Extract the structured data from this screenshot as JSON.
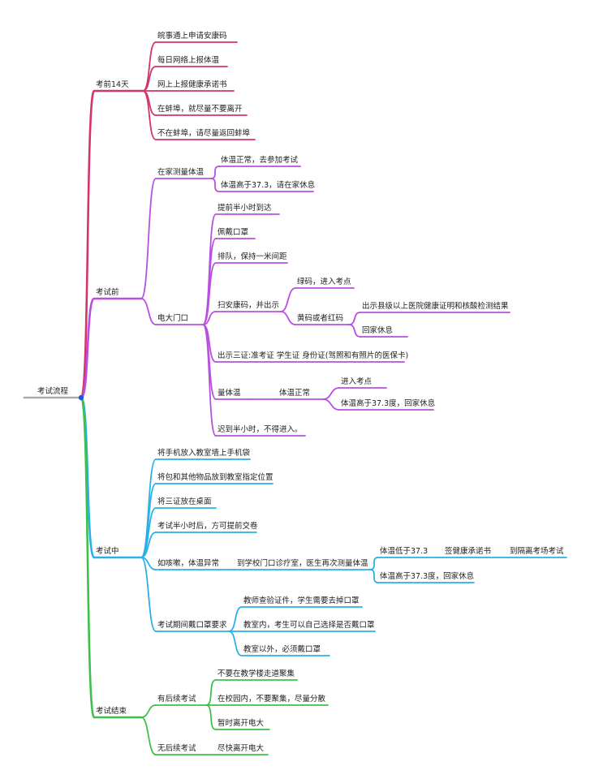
{
  "colors": {
    "root": "#aaaaaa",
    "before14": "#d4336b",
    "before": "#b94fe0",
    "during": "#2ab0e8",
    "after": "#3fc04a",
    "hub": "#2255dd"
  },
  "root": "考试流程",
  "branches": [
    {
      "label": "考前14天",
      "children": [
        {
          "label": "皖事通上申请安康码"
        },
        {
          "label": "每日网络上报体温"
        },
        {
          "label": "网上上报健康承诺书"
        },
        {
          "label": "在蚌埠，就尽量不要离开"
        },
        {
          "label": "不在蚌埠，请尽量返回蚌埠"
        }
      ]
    },
    {
      "label": "考试前",
      "children": [
        {
          "label": "在家测量体温",
          "children": [
            {
              "label": "体温正常，去参加考试"
            },
            {
              "label": "体温高于37.3，请在家休息"
            }
          ]
        },
        {
          "label": "电大门口",
          "children": [
            {
              "label": "提前半小时到达"
            },
            {
              "label": "佩戴口罩"
            },
            {
              "label": "排队，保持一米间距"
            },
            {
              "label": "扫安康码，并出示",
              "children": [
                {
                  "label": "绿码，进入考点"
                },
                {
                  "label": "黄码或者红码",
                  "children": [
                    {
                      "label": "出示县级以上医院健康证明和核酸检测结果"
                    },
                    {
                      "label": "回家休息"
                    }
                  ]
                }
              ]
            },
            {
              "label": "出示三证:准考证 学生证 身份证(驾照和有照片的医保卡)"
            },
            {
              "label": "量体温",
              "children": [
                {
                  "label": "体温正常",
                  "children": [
                    {
                      "label": "进入考点"
                    },
                    {
                      "label": "体温高于37.3度，回家休息"
                    }
                  ]
                }
              ]
            },
            {
              "label": "迟到半小时，不得进入。"
            }
          ]
        }
      ]
    },
    {
      "label": "考试中",
      "children": [
        {
          "label": "将手机放入教室墙上手机袋"
        },
        {
          "label": "将包和其他物品放到教室指定位置"
        },
        {
          "label": "将三证放在桌面"
        },
        {
          "label": "考试半小时后，方可提前交卷"
        },
        {
          "label": "如咳嗽，体温异常",
          "children": [
            {
              "label": "到学校门口诊疗室，医生再次测量体温",
              "children": [
                {
                  "label": "体温低于37.3",
                  "children": [
                    {
                      "label": "签健康承诺书",
                      "children": [
                        {
                          "label": "到隔离考场考试"
                        }
                      ]
                    }
                  ]
                },
                {
                  "label": "体温高于37.3度，回家休息"
                }
              ]
            }
          ]
        },
        {
          "label": "考试期间戴口罩要求",
          "children": [
            {
              "label": "教师查验证件，学生需要去掉口罩"
            },
            {
              "label": "教室内，考生可以自己选择是否戴口罩"
            },
            {
              "label": "教室以外，必须戴口罩"
            }
          ]
        }
      ]
    },
    {
      "label": "考试结束",
      "children": [
        {
          "label": "有后续考试",
          "children": [
            {
              "label": "不要在教学楼走道聚集"
            },
            {
              "label": "在校园内，不要聚集，尽量分散"
            },
            {
              "label": "暂时离开电大"
            }
          ]
        },
        {
          "label": "无后续考试",
          "children": [
            {
              "label": "尽快离开电大"
            }
          ]
        }
      ]
    }
  ]
}
